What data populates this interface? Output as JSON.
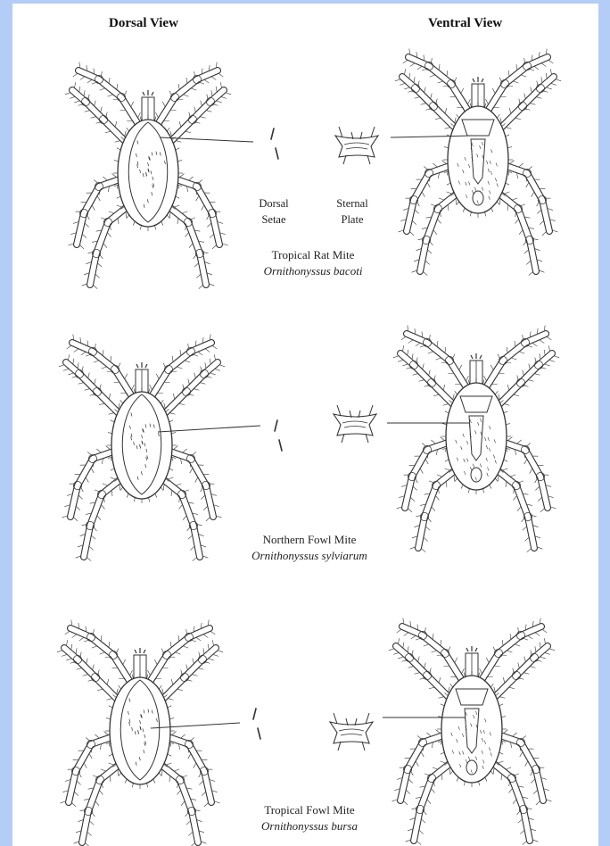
{
  "headers": {
    "dorsal": "Dorsal View",
    "ventral": "Ventral View"
  },
  "panels": [
    {
      "common_name": "Tropical Rat Mite",
      "scientific_name": "Ornithonyssus bacoti",
      "dorsal_setae_label": [
        "Dorsal",
        "Setae"
      ],
      "sternal_plate_label": [
        "Sternal",
        "Plate"
      ]
    },
    {
      "common_name": "Northern Fowl Mite",
      "scientific_name": "Ornithonyssus sylviarum"
    },
    {
      "common_name": "Tropical Fowl Mite",
      "scientific_name": "Ornithonyssus bursa"
    }
  ],
  "colors": {
    "frame": "#b3cdf6",
    "background": "#ffffff",
    "ink": "#333333"
  }
}
